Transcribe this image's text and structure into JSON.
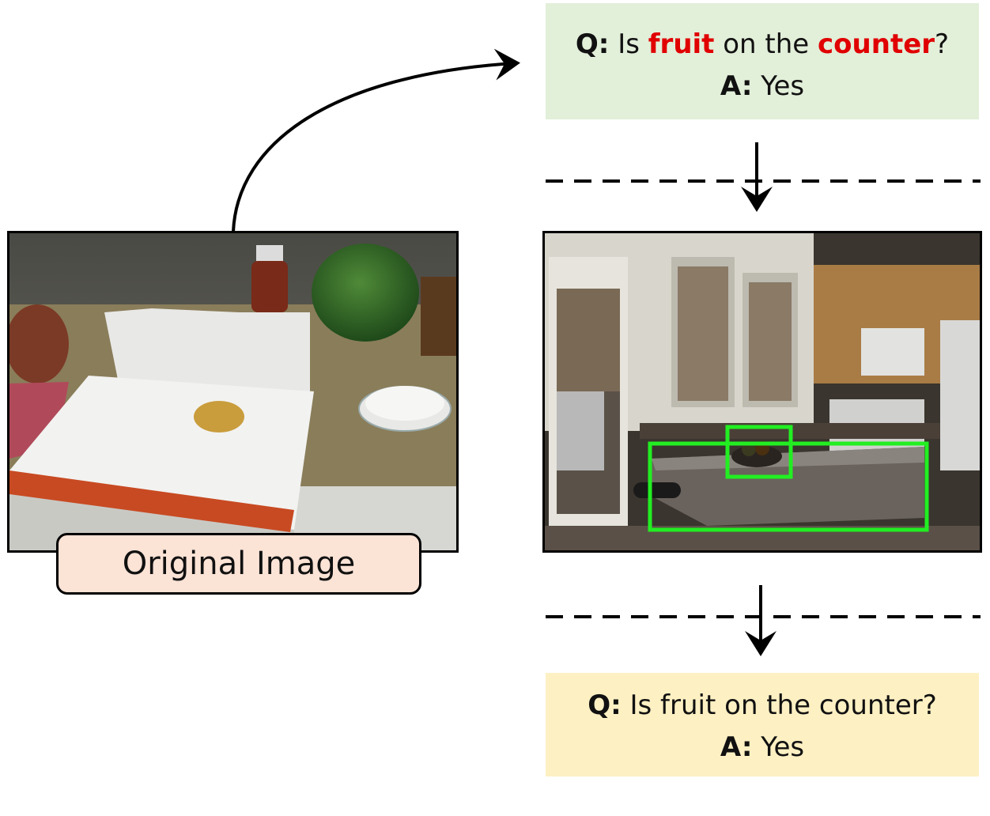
{
  "top_qa": {
    "q_prefix": "Q:",
    "q_part1": " Is ",
    "q_word1": "fruit",
    "q_part2": " on the ",
    "q_word2": "counter",
    "q_part3": "?",
    "a_prefix": "A:",
    "answer": " Yes",
    "highlight_color": "#e00000",
    "background": "#e2efd9"
  },
  "original_image": {
    "label": "Original Image",
    "label_background": "#fbe3d6"
  },
  "edited_image": {
    "box_color": "#22ee22"
  },
  "bottom_qa": {
    "q_prefix": "Q:",
    "question": " Is fruit on the counter?",
    "a_prefix": "A:",
    "answer": " Yes",
    "background": "#fdf0c3"
  }
}
